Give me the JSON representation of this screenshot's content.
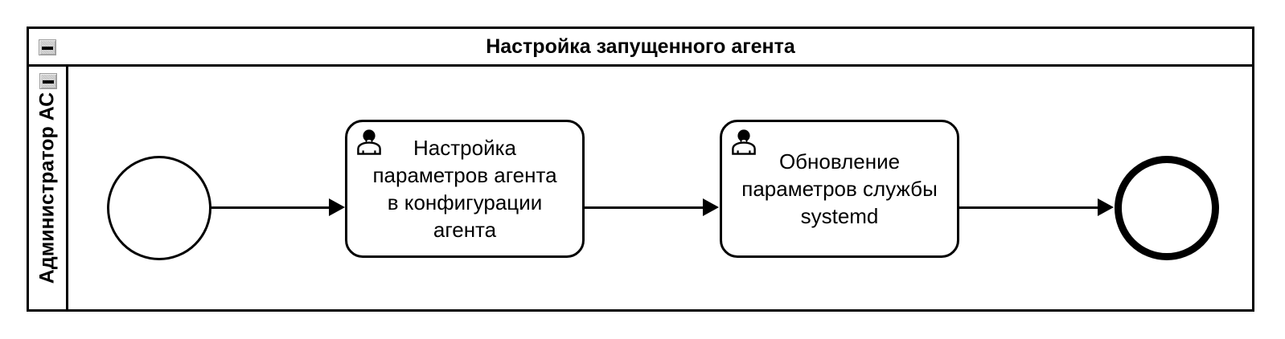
{
  "diagram": {
    "type": "bpmn-process",
    "pool": {
      "title": "Настройка запущенного агента",
      "collapse_icon": "collapse-minus-icon"
    },
    "lane": {
      "label": "Администратор АС",
      "collapse_icon": "collapse-minus-icon"
    },
    "elements": [
      {
        "id": "start-event",
        "kind": "start-event",
        "label": ""
      },
      {
        "id": "task-1",
        "kind": "user-task",
        "label": "Настройка\nпараметров агента\nв конфигурации\nагента",
        "marker": "user-icon"
      },
      {
        "id": "task-2",
        "kind": "user-task",
        "label": "Обновление\nпараметров службы\nsystemd",
        "marker": "user-icon"
      },
      {
        "id": "end-event",
        "kind": "end-event",
        "label": ""
      }
    ],
    "flows": [
      {
        "from": "start-event",
        "to": "task-1",
        "label": ""
      },
      {
        "from": "task-1",
        "to": "task-2",
        "label": ""
      },
      {
        "from": "task-2",
        "to": "end-event",
        "label": ""
      }
    ],
    "colors": {
      "stroke": "#000000",
      "fill": "#ffffff",
      "icon_gray": "#c4c4c4"
    }
  }
}
